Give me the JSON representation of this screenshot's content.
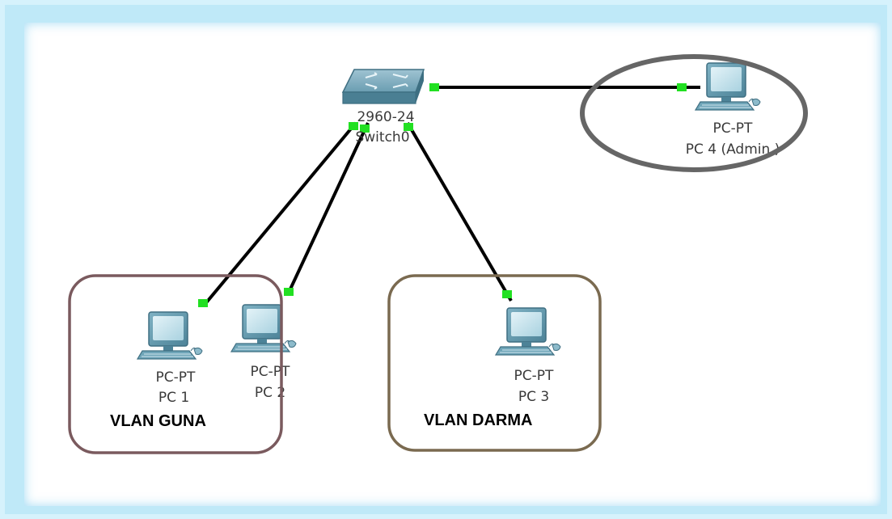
{
  "colors": {
    "frame": "#bfe9f8",
    "link": "#000000",
    "port_led": "#22e022",
    "group_guna": "#7a5a5e",
    "group_darma": "#7a6a50",
    "admin_ellipse": "#666666",
    "switch_body": "#5f94a8",
    "pc_screen": "#bfe0ea"
  },
  "switch": {
    "model": "2960-24",
    "name": "Switch0",
    "icon": "switch-icon"
  },
  "devices": [
    {
      "id": "pc1",
      "type": "PC-PT",
      "name": "PC 1",
      "icon": "pc-icon"
    },
    {
      "id": "pc2",
      "type": "PC-PT",
      "name": "PC 2",
      "icon": "pc-icon"
    },
    {
      "id": "pc3",
      "type": "PC-PT",
      "name": "PC 3",
      "icon": "pc-icon"
    },
    {
      "id": "pc4",
      "type": "PC-PT",
      "name": "PC 4 (Admin )",
      "icon": "pc-icon"
    }
  ],
  "groups": {
    "guna": "VLAN GUNA",
    "darma": "VLAN DARMA"
  },
  "links": [
    {
      "from": "Switch0",
      "to": "PC 1"
    },
    {
      "from": "Switch0",
      "to": "PC 2"
    },
    {
      "from": "Switch0",
      "to": "PC 3"
    },
    {
      "from": "Switch0",
      "to": "PC 4 (Admin )"
    }
  ]
}
